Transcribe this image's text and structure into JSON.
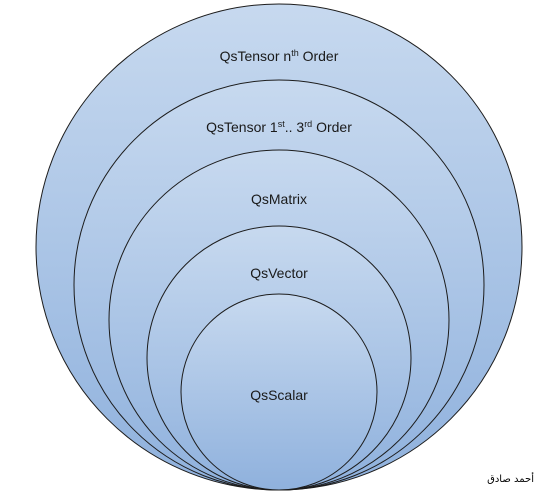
{
  "diagram": {
    "colors": {
      "fill_top": "#c7d9ef",
      "fill_bottom": "#8fb1dd",
      "stroke": "#1c1c1c"
    },
    "rings": [
      {
        "base": "QsTensor n",
        "sup": "th",
        "tail": " Order"
      },
      {
        "base": "QsTensor 1",
        "sup": "st",
        "tail": ".. 3",
        "sup2": "rd",
        "tail2": " Order"
      },
      {
        "base": "QsMatrix"
      },
      {
        "base": "QsVector"
      },
      {
        "base": "QsScalar"
      }
    ]
  },
  "signature": "أحمد صادق"
}
